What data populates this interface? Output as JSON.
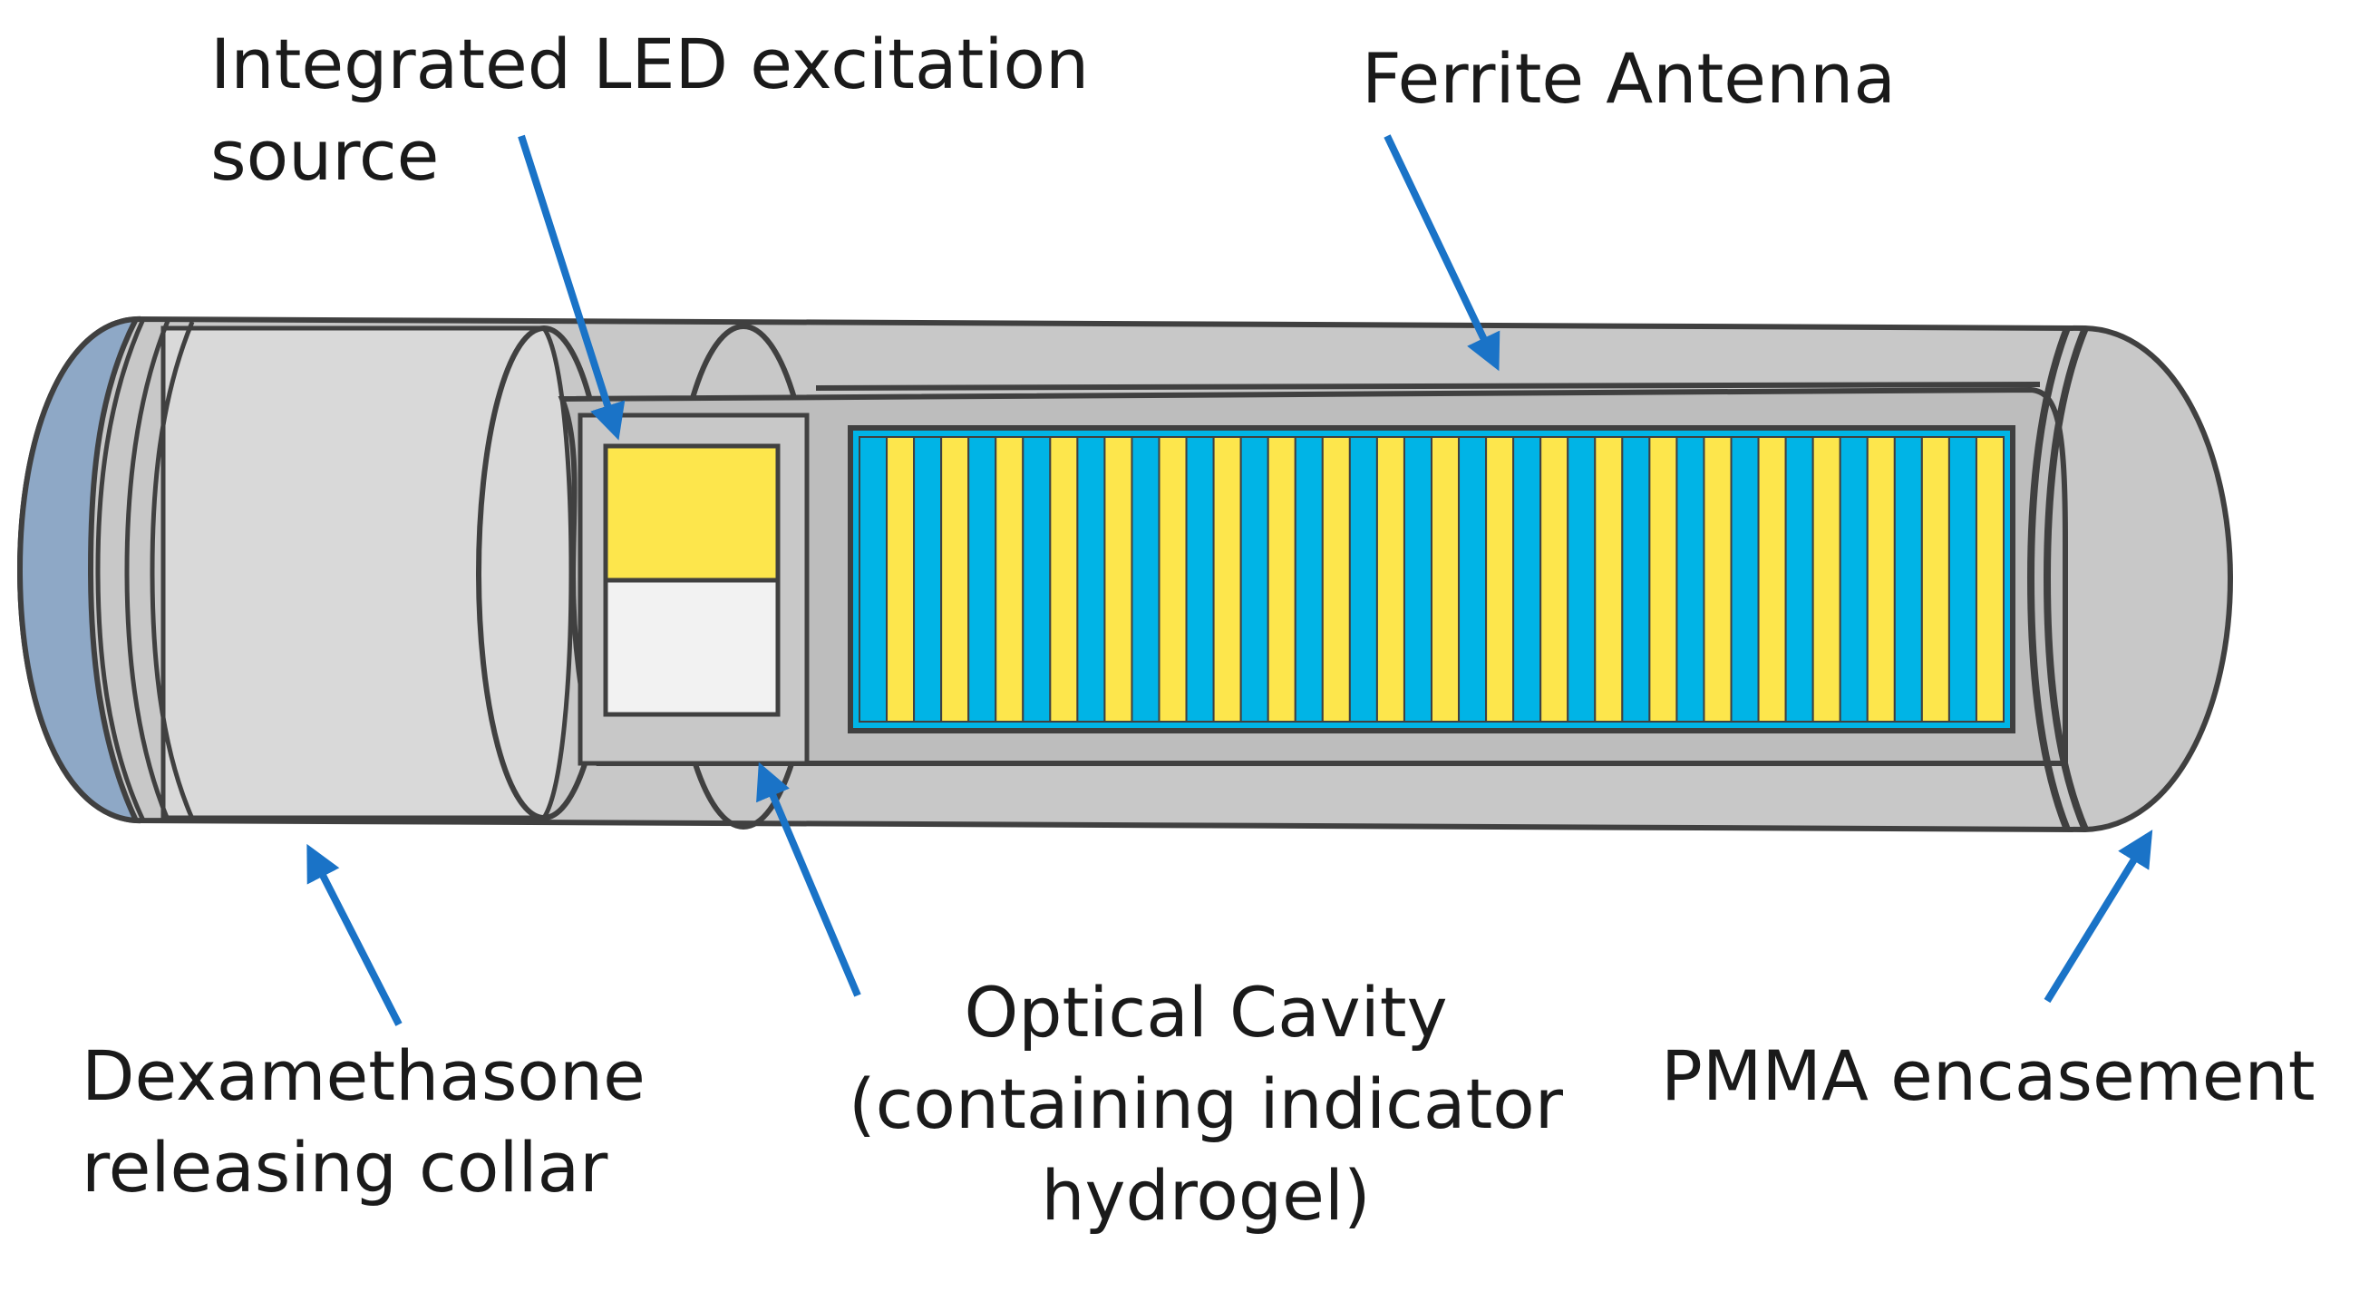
{
  "labels": {
    "led": [
      "Integrated LED excitation",
      "source"
    ],
    "ferrite": [
      "Ferrite Antenna"
    ],
    "collar": [
      "Dexamethasone",
      "releasing collar"
    ],
    "cavity": [
      "Optical Cavity",
      "(containing indicator",
      "hydrogel)"
    ],
    "pmma": [
      "PMMA encasement"
    ]
  },
  "colors": {
    "body_fill": "#c8c8c8",
    "collar_fill": "#d9d9d9",
    "end_cap": "#8ea8c6",
    "outline": "#404040",
    "antenna_blue": "#00b4e6",
    "antenna_yellow": "#fde64c",
    "led_yellow": "#fde64c",
    "led_white": "#f2f2f2",
    "arrow": "#1a73c7"
  },
  "icons": {
    "arrow": "arrow-icon"
  },
  "antenna_stripe_pairs": 21
}
